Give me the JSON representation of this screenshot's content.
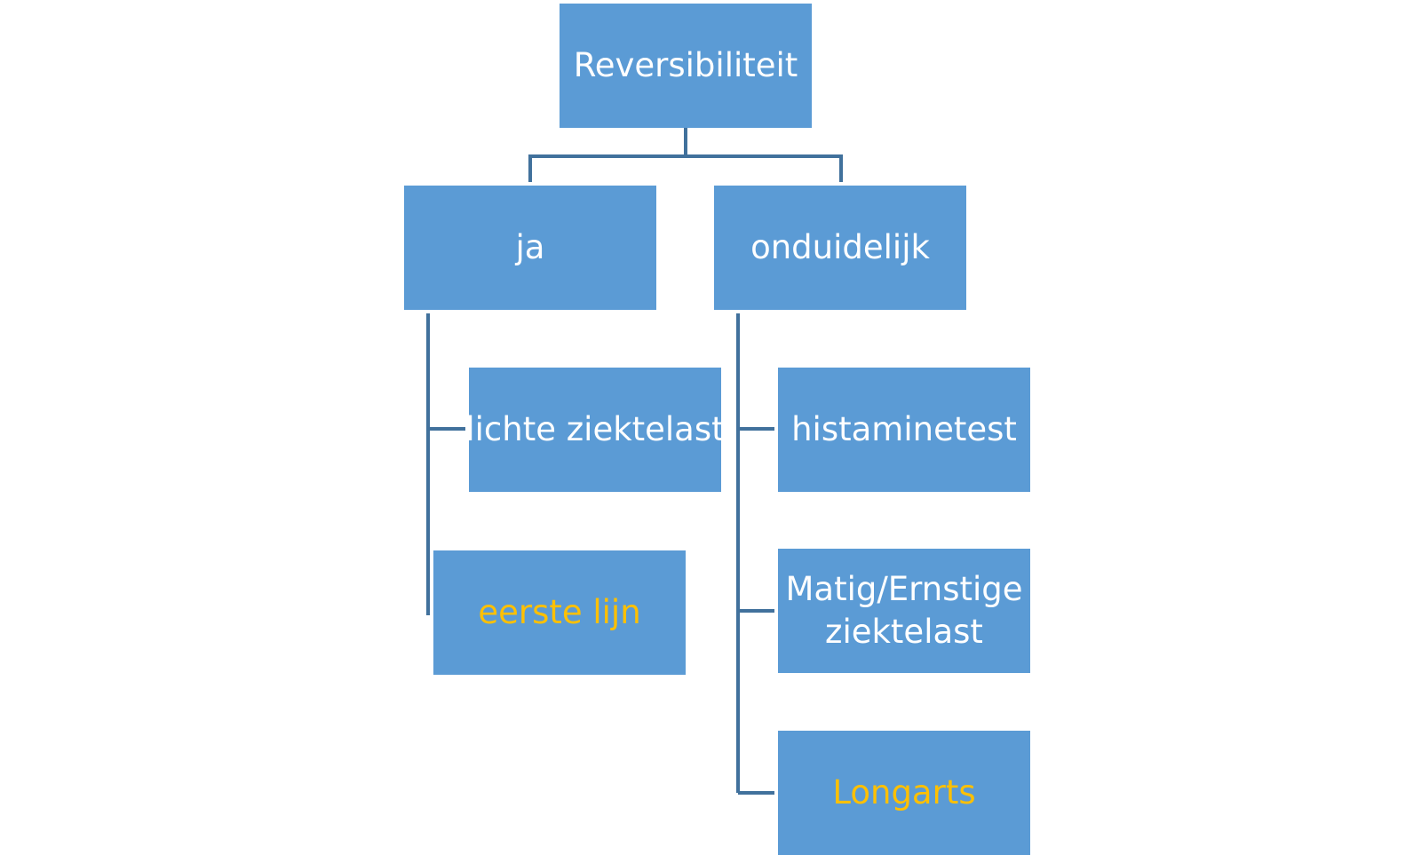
{
  "colors": {
    "node_fill": "#5b9bd5",
    "connector": "#41719c",
    "text_default": "#ffffff",
    "text_highlight": "#ffc000"
  },
  "nodes": {
    "root": {
      "label": "Reversibiliteit"
    },
    "ja": {
      "label": "ja"
    },
    "onduidelijk": {
      "label": "onduidelijk"
    },
    "lichte_ziektelast": {
      "label": "lichte ziektelast"
    },
    "eerste_lijn": {
      "label": "eerste lijn",
      "highlight": true
    },
    "histaminetest": {
      "label": "histaminetest"
    },
    "matig_ernstige": {
      "lines": [
        "Matig/Ernstige",
        "ziektelast"
      ]
    },
    "longarts": {
      "label": "Longarts",
      "highlight": true
    }
  }
}
